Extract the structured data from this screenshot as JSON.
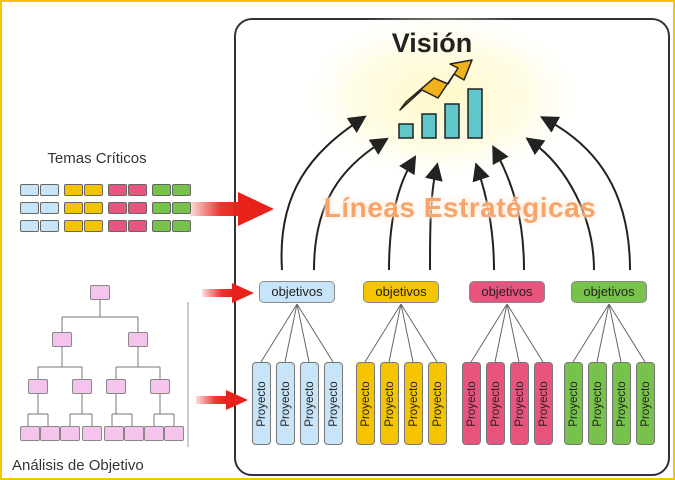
{
  "vision": {
    "title": "Visión"
  },
  "temas": {
    "label": "Temas Críticos"
  },
  "analisis": {
    "label": "Análisis de Objetivo"
  },
  "lineas": {
    "label": "Líneas Estratégicas"
  },
  "objetivos": [
    {
      "label": "objetivos",
      "color": "#c8e4f8"
    },
    {
      "label": "objetivos",
      "color": "#f5c400"
    },
    {
      "label": "objetivos",
      "color": "#e8547e"
    },
    {
      "label": "objetivos",
      "color": "#77c24a"
    }
  ],
  "proyecto": {
    "label": "Proyecto"
  },
  "colors": {
    "blue": "#c8e4f8",
    "yellow": "#f5c400",
    "pink": "#e8547e",
    "green": "#77c24a",
    "arrow_red": "#e8221a",
    "tree_node": "#f4c4ec",
    "frame": "#f5c400"
  },
  "icons": [
    "growth-chart-icon",
    "up-arrow-icon",
    "red-arrow-icon"
  ]
}
